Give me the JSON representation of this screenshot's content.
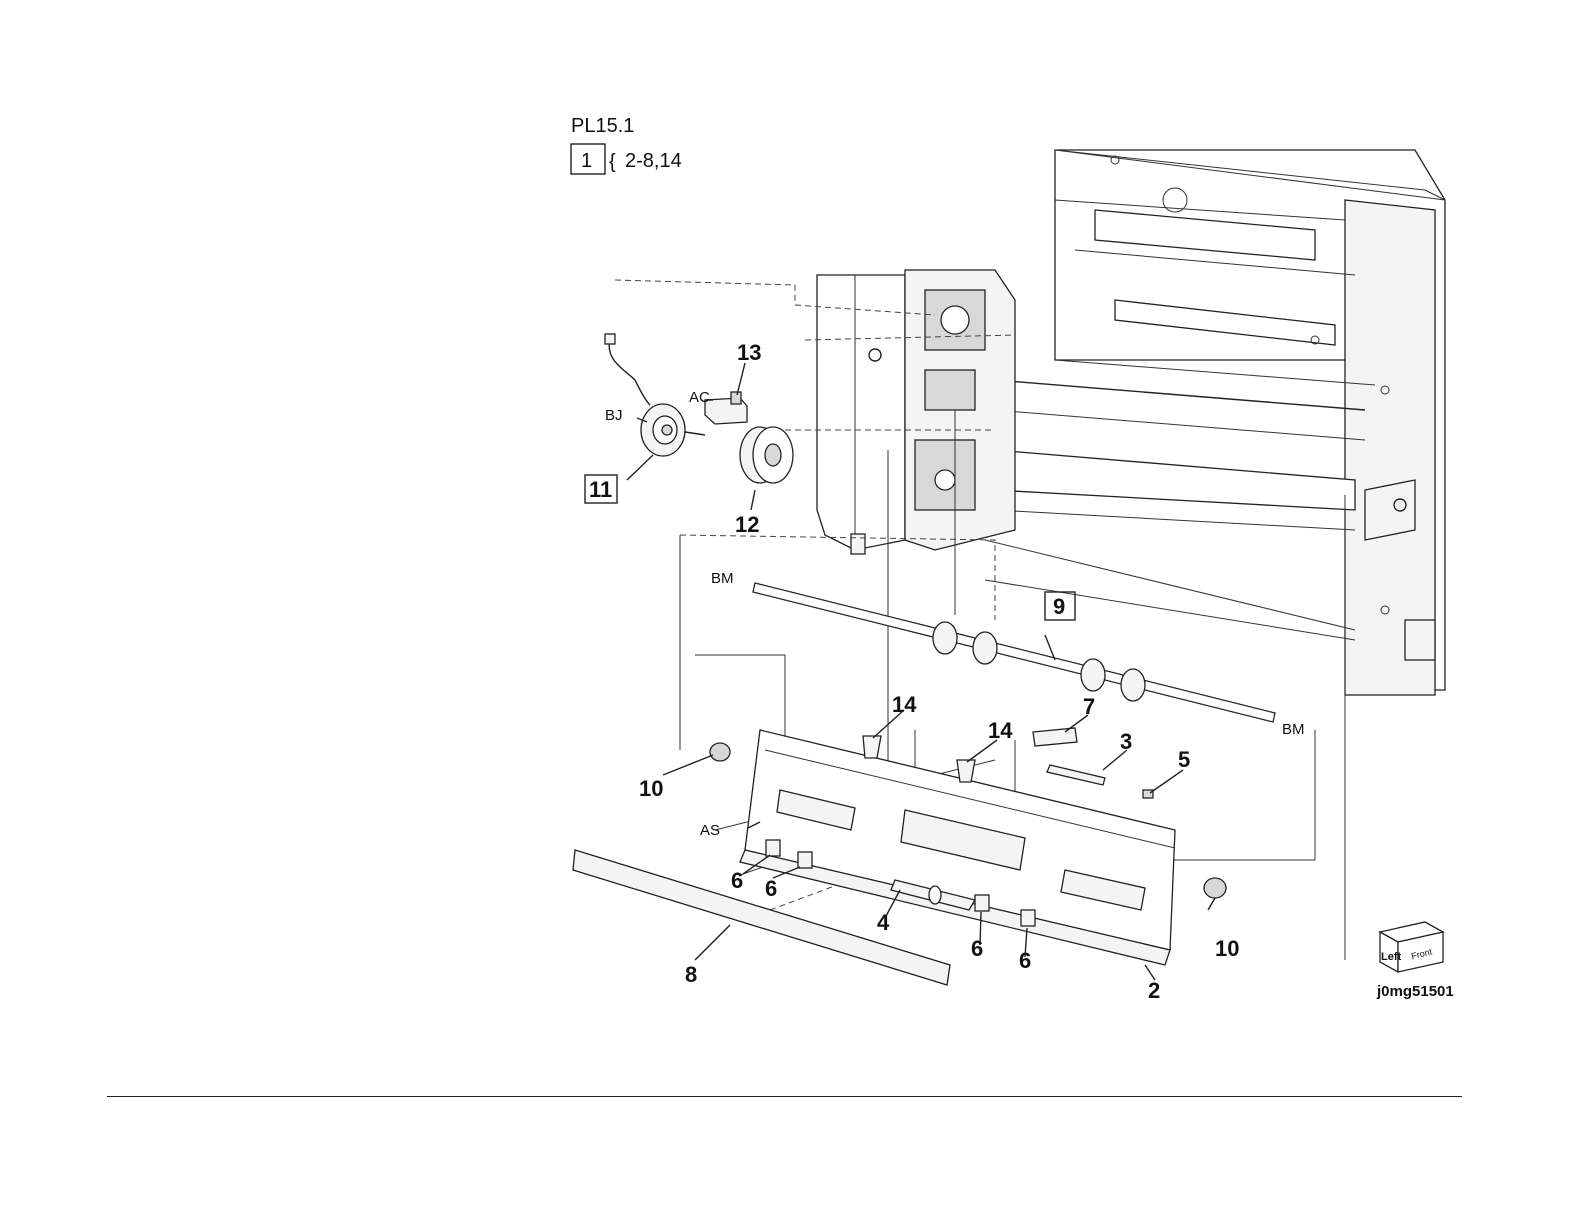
{
  "figure": {
    "title": "PL15.1",
    "assembly": {
      "number": "1",
      "range": "2-8,14"
    },
    "image_id": "j0mg51501",
    "orientation": {
      "left": "Left",
      "front": "Front"
    },
    "callouts": [
      {
        "id": "BJ",
        "text": "BJ"
      },
      {
        "id": "AC",
        "text": "AC"
      },
      {
        "id": "13",
        "text": "13"
      },
      {
        "id": "11",
        "text": "11",
        "boxed": true
      },
      {
        "id": "12",
        "text": "12"
      },
      {
        "id": "9",
        "text": "9",
        "boxed": true
      },
      {
        "id": "BM-left",
        "text": "BM"
      },
      {
        "id": "BM-right",
        "text": "BM"
      },
      {
        "id": "14a",
        "text": "14"
      },
      {
        "id": "14b",
        "text": "14"
      },
      {
        "id": "7",
        "text": "7"
      },
      {
        "id": "3",
        "text": "3"
      },
      {
        "id": "5",
        "text": "5"
      },
      {
        "id": "10a",
        "text": "10"
      },
      {
        "id": "10b",
        "text": "10"
      },
      {
        "id": "AS",
        "text": "AS"
      },
      {
        "id": "6a",
        "text": "6"
      },
      {
        "id": "6b",
        "text": "6"
      },
      {
        "id": "6c",
        "text": "6"
      },
      {
        "id": "6d",
        "text": "6"
      },
      {
        "id": "4",
        "text": "4"
      },
      {
        "id": "8",
        "text": "8"
      },
      {
        "id": "2",
        "text": "2"
      }
    ]
  }
}
